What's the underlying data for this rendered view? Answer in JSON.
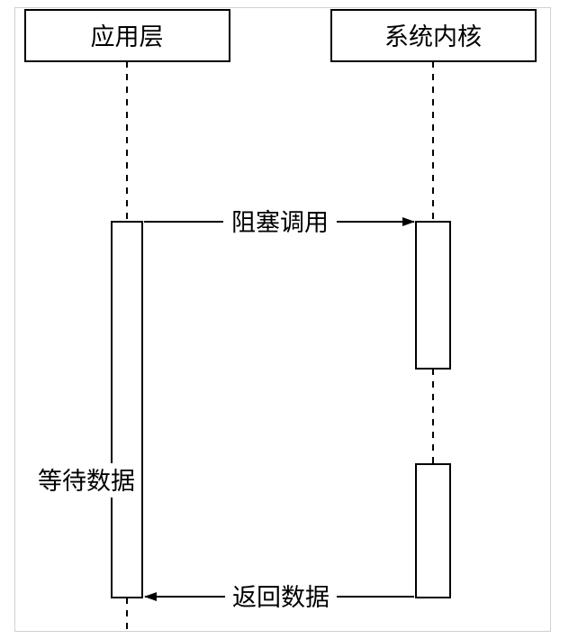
{
  "participants": {
    "app_layer": "应用层",
    "kernel": "系统内核"
  },
  "messages": {
    "blocking_call": "阻塞调用",
    "return_data": "返回数据"
  },
  "notes": {
    "waiting_data": "等待数据"
  }
}
